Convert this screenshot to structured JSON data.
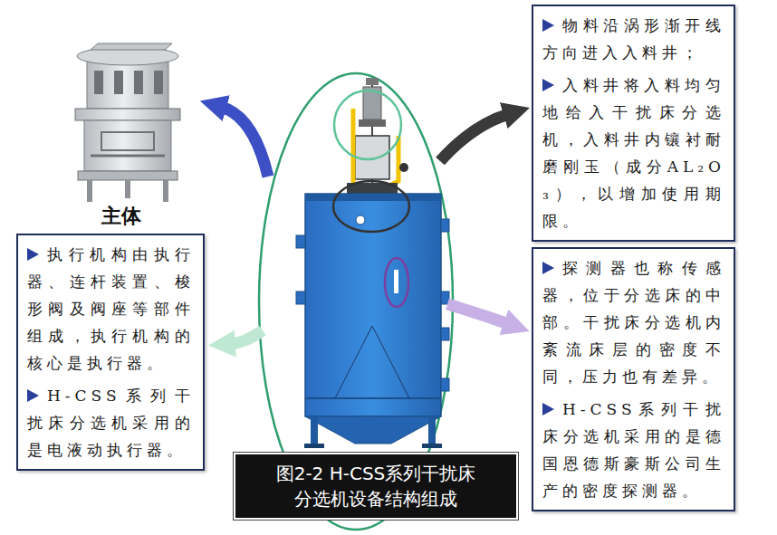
{
  "diagram": {
    "caption": "图2-2 H-CSS系列干扰床分选机设备结构组成",
    "nodes": [
      {
        "text": [
          "执行机构由执行器、连杆装置、梭形阀及阀座等部件组成，执行机构的核心是执行器。",
          "H-CSS系列干扰床分选机采用的是电液动执行器。"
        ]
      },
      {
        "text": [
          "物料沿涡形渐开线方向进入入料井；",
          "入料井将入料均匀地给入干扰床分选机，入料井内镶衬耐磨刚玉（成分AL₂O₃），以增加使用期限。"
        ]
      },
      {
        "text": [
          "探测器也称传感器，位于分选床的中部。干扰床分选机内紊流床层的密度不同，压力也有差异。",
          "H-CSS系列干扰床分选机采用的是德国恩德斯豪斯公司生产的密度探测器。"
        ]
      }
    ],
    "labels": [
      "主体"
    ]
  }
}
